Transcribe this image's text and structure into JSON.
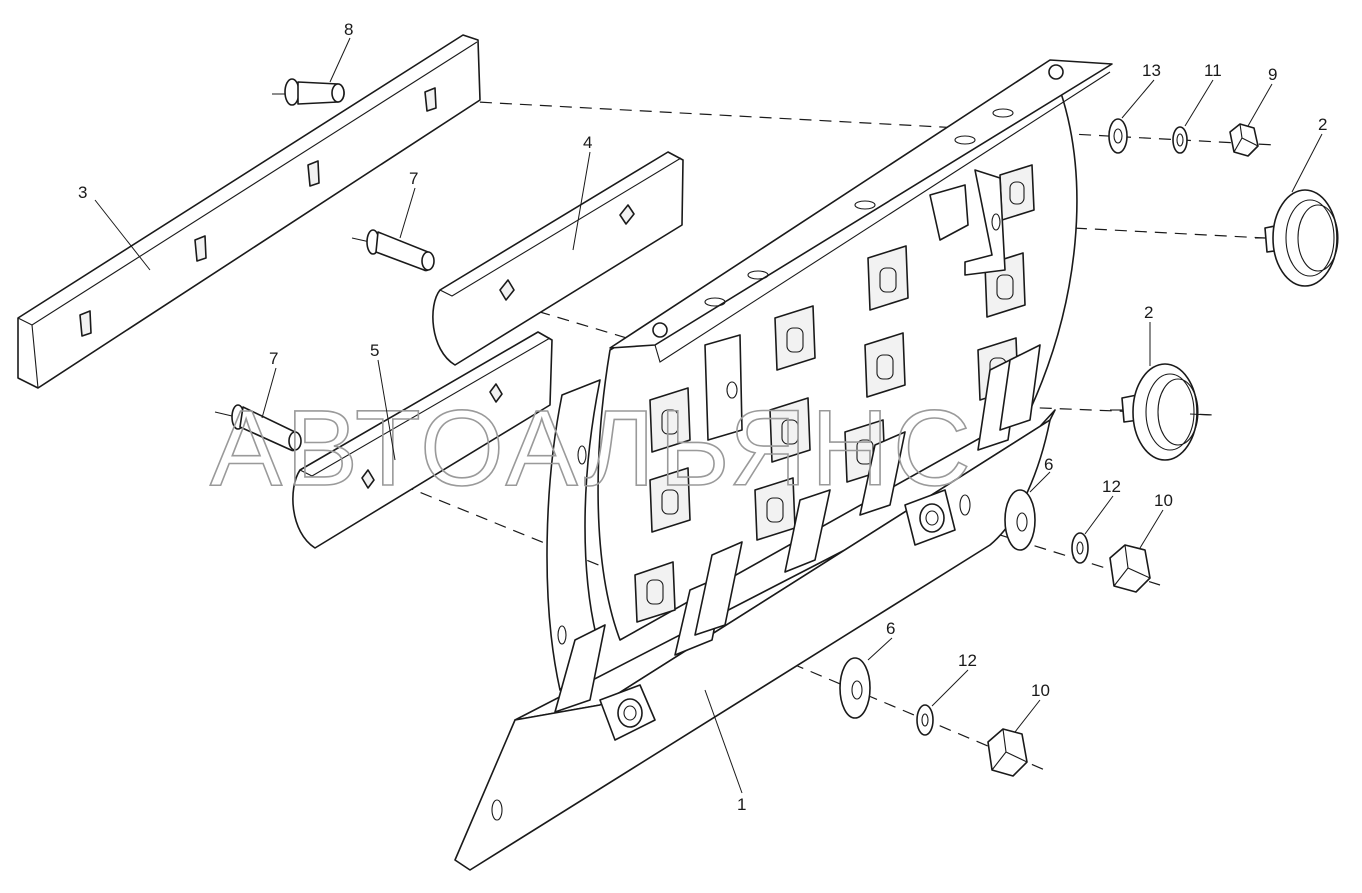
{
  "diagram": {
    "callouts": [
      {
        "id": "c8",
        "label": "8"
      },
      {
        "id": "c3",
        "label": "3"
      },
      {
        "id": "c7a",
        "label": "7"
      },
      {
        "id": "c4",
        "label": "4"
      },
      {
        "id": "c7b",
        "label": "7"
      },
      {
        "id": "c5",
        "label": "5"
      },
      {
        "id": "c13",
        "label": "13"
      },
      {
        "id": "c11",
        "label": "11"
      },
      {
        "id": "c9",
        "label": "9"
      },
      {
        "id": "c2a",
        "label": "2"
      },
      {
        "id": "c2b",
        "label": "2"
      },
      {
        "id": "c6a",
        "label": "6"
      },
      {
        "id": "c12a",
        "label": "12"
      },
      {
        "id": "c10a",
        "label": "10"
      },
      {
        "id": "c6b",
        "label": "6"
      },
      {
        "id": "c12b",
        "label": "12"
      },
      {
        "id": "c10b",
        "label": "10"
      },
      {
        "id": "c1",
        "label": "1"
      }
    ],
    "watermark": "АВТОАЛЬЯНС"
  },
  "colors": {
    "line": "#1a1a1a",
    "watermark": "#9a9a9a",
    "background": "#ffffff"
  }
}
